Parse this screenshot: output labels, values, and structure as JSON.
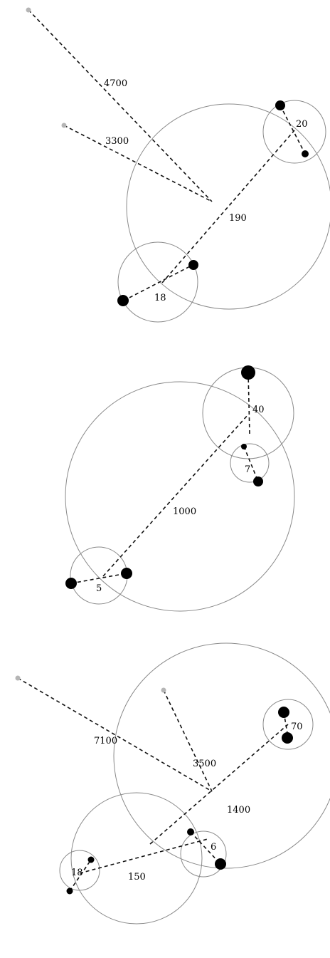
{
  "diagrams": [
    {
      "id": "top",
      "separation_labels": [
        "4700",
        "3300",
        "190",
        "20",
        "18"
      ]
    },
    {
      "id": "middle",
      "separation_labels": [
        "1000",
        "40",
        "7",
        "5"
      ]
    },
    {
      "id": "bottom",
      "separation_labels": [
        "7100",
        "3500",
        "1400",
        "70",
        "150",
        "6",
        "18"
      ]
    }
  ],
  "colors": {
    "orbit": "#8a8a8a",
    "link": "#111111",
    "star": "#000000",
    "distant_star": "#b5b5b5"
  }
}
